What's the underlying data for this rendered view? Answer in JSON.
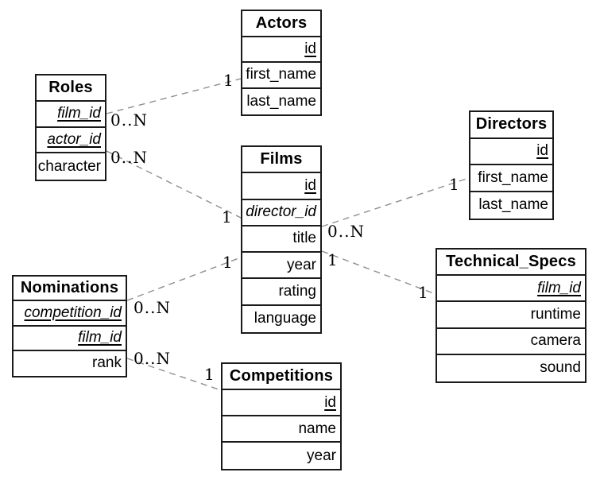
{
  "tables": {
    "actors": {
      "title": "Actors",
      "columns": [
        {
          "label": "id",
          "key": "primary"
        },
        {
          "label": "first_name",
          "key": "none"
        },
        {
          "label": "last_name",
          "key": "none"
        }
      ]
    },
    "roles": {
      "title": "Roles",
      "columns": [
        {
          "label": "film_id",
          "key": "primary-foreign"
        },
        {
          "label": "actor_id",
          "key": "primary-foreign"
        },
        {
          "label": "character",
          "key": "none"
        }
      ]
    },
    "films": {
      "title": "Films",
      "columns": [
        {
          "label": "id",
          "key": "primary"
        },
        {
          "label": "director_id",
          "key": "foreign"
        },
        {
          "label": "title",
          "key": "none"
        },
        {
          "label": "year",
          "key": "none"
        },
        {
          "label": "rating",
          "key": "none"
        },
        {
          "label": "language",
          "key": "none"
        }
      ]
    },
    "directors": {
      "title": "Directors",
      "columns": [
        {
          "label": "id",
          "key": "primary"
        },
        {
          "label": "first_name",
          "key": "none"
        },
        {
          "label": "last_name",
          "key": "none"
        }
      ]
    },
    "nominations": {
      "title": "Nominations",
      "columns": [
        {
          "label": "competition_id",
          "key": "primary-foreign"
        },
        {
          "label": "film_id",
          "key": "primary-foreign"
        },
        {
          "label": "rank",
          "key": "none"
        }
      ]
    },
    "competitions": {
      "title": "Competitions",
      "columns": [
        {
          "label": "id",
          "key": "primary"
        },
        {
          "label": "name",
          "key": "none"
        },
        {
          "label": "year",
          "key": "none"
        }
      ]
    },
    "technical_specs": {
      "title": "Technical_Specs",
      "columns": [
        {
          "label": "film_id",
          "key": "primary-foreign"
        },
        {
          "label": "runtime",
          "key": "none"
        },
        {
          "label": "camera",
          "key": "none"
        },
        {
          "label": "sound",
          "key": "none"
        }
      ]
    }
  },
  "relations": [
    {
      "a": "Roles",
      "b": "Actors",
      "a_card": "0..N",
      "b_card": "1"
    },
    {
      "a": "Roles",
      "b": "Films",
      "a_card": "0..N",
      "b_card": "1"
    },
    {
      "a": "Films",
      "b": "Directors",
      "a_card": "0..N",
      "b_card": "1"
    },
    {
      "a": "Nominations",
      "b": "Films",
      "a_card": "0..N",
      "b_card": "1"
    },
    {
      "a": "Films",
      "b": "Technical_Specs",
      "a_card": "1",
      "b_card": "1"
    },
    {
      "a": "Nominations",
      "b": "Competitions",
      "a_card": "0..N",
      "b_card": "1"
    }
  ],
  "colors": {
    "background": "#ffffff",
    "table_border": "#1a1a1a",
    "relation_line": "#8f8f8f",
    "text": "#000000"
  }
}
